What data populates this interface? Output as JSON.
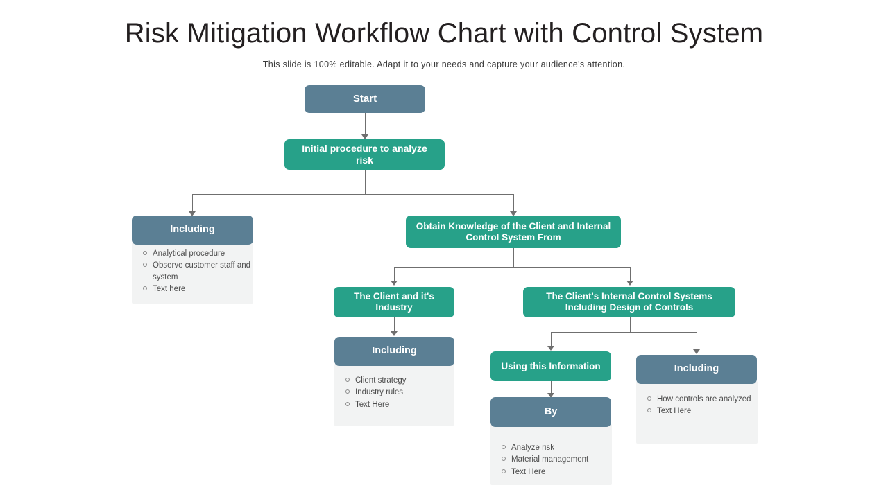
{
  "header": {
    "title": "Risk Mitigation Workflow Chart with Control System",
    "subtitle": "This slide is 100% editable. Adapt it to your needs and capture your audience's attention."
  },
  "nodes": {
    "start": "Start",
    "initial": "Initial procedure to analyze risk",
    "including_left": "Including",
    "obtain": "Obtain Knowledge of the Client and Internal Control System From",
    "client_industry": "The Client and it's Industry",
    "internal_controls": "The Client's Internal Control Systems Including Design of Controls",
    "including_mid": "Including",
    "using_info": "Using this Information",
    "including_right": "Including",
    "by": "By"
  },
  "lists": {
    "left": [
      "Analytical procedure",
      "Observe customer staff and system",
      "Text here"
    ],
    "mid": [
      "Client strategy",
      "Industry rules",
      "Text Here"
    ],
    "right": [
      "How controls are analyzed",
      "Text Here"
    ],
    "by": [
      "Analyze risk",
      "Material management",
      "Text Here"
    ]
  },
  "colors": {
    "blue": "#5b7f94",
    "green": "#27a189",
    "panel": "#f2f3f3",
    "line": "#6f6f6f",
    "title": "#231f20"
  }
}
